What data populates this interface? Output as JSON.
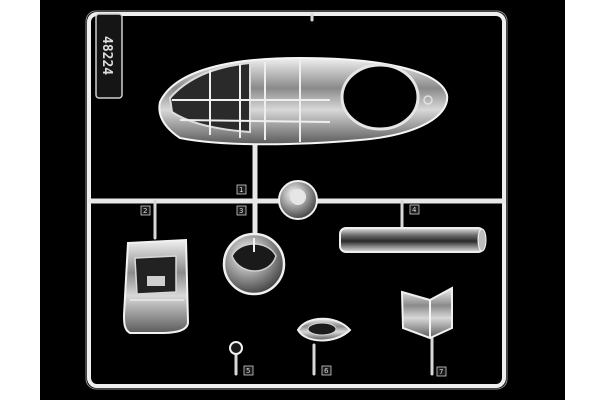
{
  "photo": {
    "subject": "clear-plastic-model-kit-sprue",
    "background_color": "#000000",
    "frame_color": "#f5f5f5",
    "part_color": "#c8c8c8",
    "sprue_number": "48224",
    "part_labels": [
      "1",
      "2",
      "3",
      "4",
      "5",
      "6",
      "7"
    ]
  }
}
